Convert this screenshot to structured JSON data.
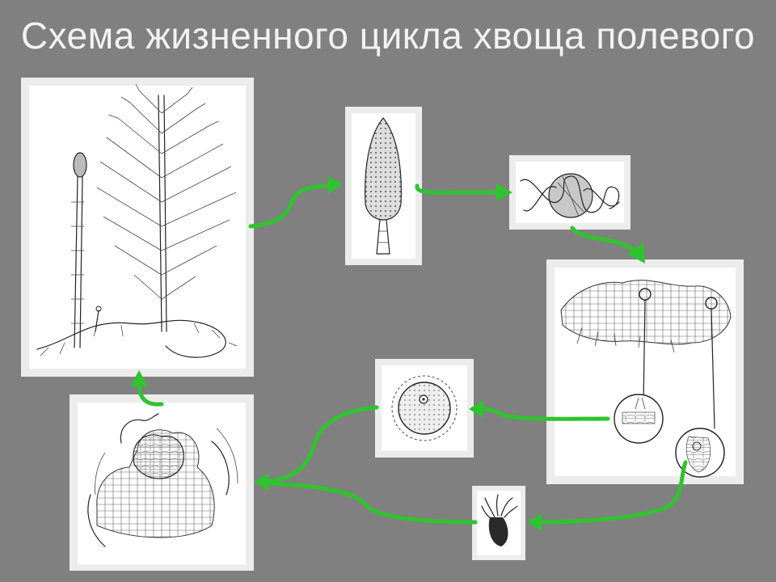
{
  "title": "Схема жизненного цикла хвоща полевого",
  "colors": {
    "background": "#808080",
    "arrow": "#2fc32f",
    "frame": "#ececec",
    "title": "#f2f2f2"
  },
  "nodes": [
    {
      "name": "sporophyte-plant",
      "icon": "horsetail-plant-drawing"
    },
    {
      "name": "strobilus",
      "icon": "spore-cone-drawing"
    },
    {
      "name": "spore-with-elaters",
      "icon": "spore-elaters-drawing"
    },
    {
      "name": "gametophyte-prothallus",
      "icon": "prothallus-drawing"
    },
    {
      "name": "egg-cell",
      "icon": "egg-drawing"
    },
    {
      "name": "sperm-cell",
      "icon": "spermatozoid-drawing"
    },
    {
      "name": "young-sporophyte",
      "icon": "embryo-drawing"
    }
  ]
}
